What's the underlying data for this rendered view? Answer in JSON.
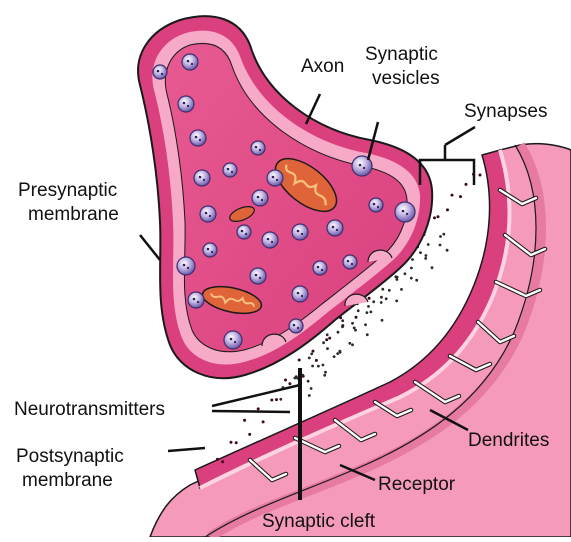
{
  "labels": {
    "axon": "Axon",
    "synaptic_vesicles_1": "Synaptic",
    "synaptic_vesicles_2": "vesicles",
    "synapses": "Synapses",
    "presynaptic_1": "Presynaptic",
    "presynaptic_2": "membrane",
    "neurotransmitters": "Neurotransmitters",
    "postsynaptic_1": "Postsynaptic",
    "postsynaptic_2": "membrane",
    "dendrites": "Dendrites",
    "receptor": "Receptor",
    "synaptic_cleft": "Synaptic cleft"
  },
  "colors": {
    "membrane_dark": "#c8336d",
    "membrane_mid": "#e0508a",
    "cytoplasm": "#ec6fa1",
    "cytoplasm_light": "#f7b3cd",
    "dendrite_fill": "#f59aba",
    "vesicle": "#b7a6d8",
    "vesicle_edge": "#3d2f6b",
    "mitochondria": "#e0643a",
    "outline": "#1a1a1a"
  }
}
